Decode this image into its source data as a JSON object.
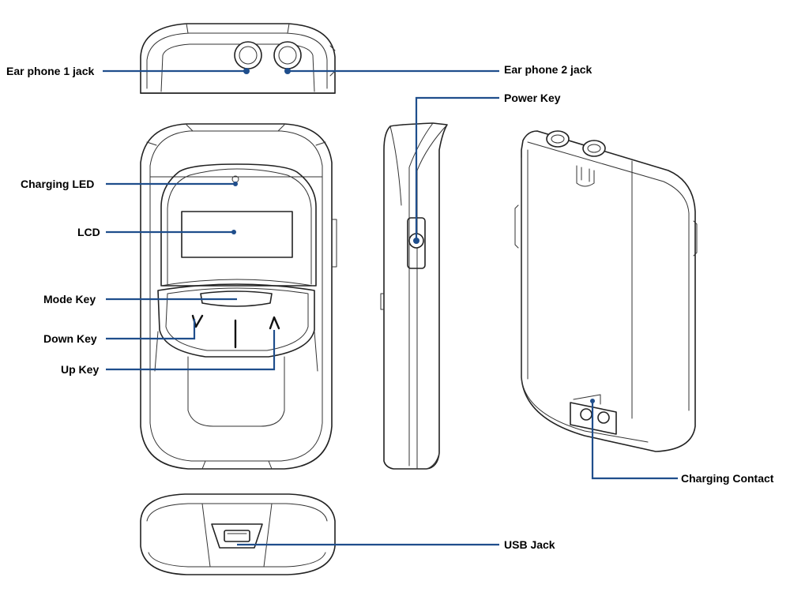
{
  "colors": {
    "leader_line": "#1f4e8c",
    "outline": "#222222",
    "label_text": "#000000"
  },
  "labels": {
    "earphone1": "Ear phone 1 jack",
    "earphone2": "Ear phone 2 jack",
    "power_key": "Power Key",
    "charging_led": "Charging LED",
    "lcd": "LCD",
    "mode_key": "Mode Key",
    "down_key": "Down Key",
    "up_key": "Up Key",
    "charging_contact": "Charging Contact",
    "usb_jack": "USB Jack"
  }
}
